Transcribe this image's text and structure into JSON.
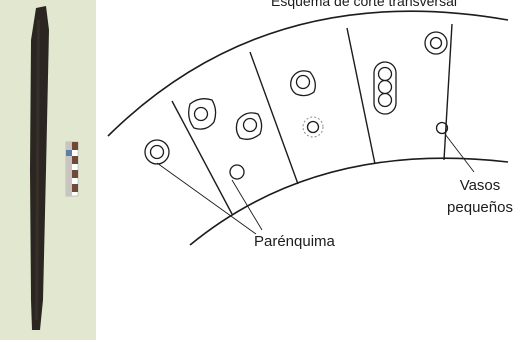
{
  "figure": {
    "title": "Esquema de corte transversal",
    "labels": {
      "parenchyma": "Parénquima",
      "vessels_line1": "Vasos",
      "vessels_line2": "pequeños"
    }
  },
  "photo": {
    "background_color": "#e3e9d2",
    "object_color": "#2b2622",
    "scale_bar_colors": [
      "#6f4a38",
      "#c9c4c0",
      "#5b7fa6",
      "#ffffff"
    ]
  }
}
